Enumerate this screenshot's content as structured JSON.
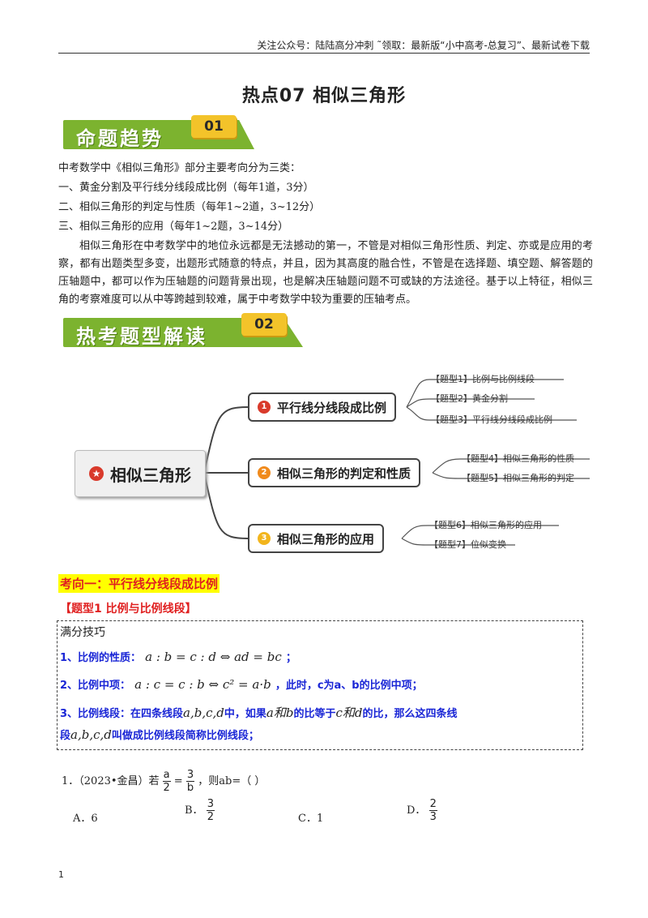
{
  "header": {
    "text": "关注公众号：陆陆高分冲刺  ˜领取：最新版“小中高考-总复习”、最新试卷下载"
  },
  "title": "热点07    相似三角形",
  "banner1": {
    "label": "命题趋势",
    "num": "01"
  },
  "trend": {
    "intro": "中考数学中《相似三角形》部分主要考向分为三类：",
    "items": [
      "一、黄金分割及平行线分线段成比例（每年1道，3分）",
      "二、相似三角形的判定与性质（每年1~2道，3~12分）",
      "三、相似三角形的应用（每年1~2题，3~14分）"
    ],
    "paragraph": "相似三角形在中考数学中的地位永远都是无法撼动的第一，不管是对相似三角形性质、判定、亦或是应用的考察，都有出题类型多变，出题形式随意的特点，并且，因为其高度的融合性，不管是在选择题、填空题、解答题的压轴题中，都可以作为压轴题的问题背景出现，也是解决压轴题问题不可或缺的方法途径。基于以上特征，相似三角的考察难度可以从中等跨越到较难，属于中考数学中较为重要的压轴考点。"
  },
  "banner2": {
    "label": "热考题型解读",
    "num": "02"
  },
  "mindmap": {
    "root": "相似三角形",
    "root_icon": "star-badge-icon",
    "branches": [
      {
        "num": "1",
        "color": "#d93a2b",
        "label": "平行线分线段成比例",
        "leaves": [
          "【题型1】比例与比例线段",
          "【题型2】黄金分割",
          "【题型3】平行线分线段成比例"
        ]
      },
      {
        "num": "2",
        "color": "#f08a1c",
        "label": "相似三角形的判定和性质",
        "leaves": [
          "【题型4】相似三角形的性质",
          "【题型5】相似三角形的判定"
        ]
      },
      {
        "num": "3",
        "color": "#f2b51d",
        "label": "相似三角形的应用",
        "leaves": [
          "【题型6】相似三角形的应用",
          "【题型7】位似变换"
        ]
      }
    ]
  },
  "direction1": "考向一：平行线分线段成比例",
  "type1": "【题型1   比例与比例线段】",
  "skills": {
    "heading": "满分技巧",
    "s1_label": "1、比例的性质：",
    "s1_math": "a : b = c : d ⇔ ad = bc",
    "s1_tail": "；",
    "s2_label": "2、比例中项：",
    "s2_math": "a : c = c : b ⇔ c² = a·b",
    "s2_tail": "，此时，c为a、b的比例中项；",
    "s3_a": "3、比例线段：在四条线段",
    "s3_m1": "a,b,c,d",
    "s3_b": "中，如果",
    "s3_m2": "a和b",
    "s3_c": "的比等于",
    "s3_m3": "c和d",
    "s3_d": "的比，那么这四条线",
    "s3_e": "段",
    "s3_m4": "a,b,c,d",
    "s3_f": "叫做成比例线段简称比例线段；"
  },
  "question": {
    "prefix": "1．（2023•金昌）若",
    "f1_num": "a",
    "f1_den": "2",
    "eq": "=",
    "f2_num": "3",
    "f2_den": "b",
    "suffix": "，则ab=（      ）",
    "options": [
      {
        "label": "A．6"
      },
      {
        "label": "B．",
        "num": "3",
        "den": "2"
      },
      {
        "label": "C．1"
      },
      {
        "label": "D．",
        "num": "2",
        "den": "3"
      }
    ]
  },
  "page_number": "1"
}
